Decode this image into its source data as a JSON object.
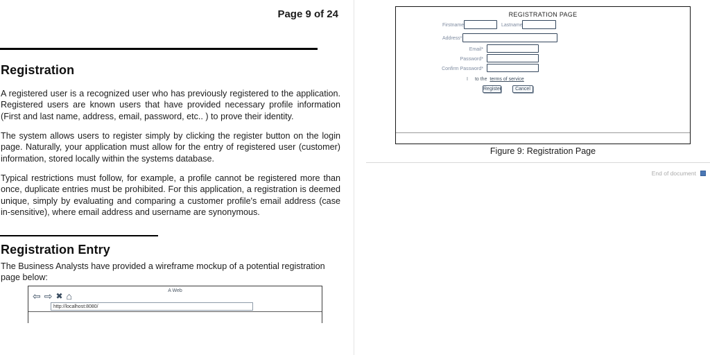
{
  "colors": {
    "accent_blue": "#4a77b5",
    "wireframe_border": "#33465c",
    "wireframe_label_muted": "#7e8ba0",
    "divider_gray": "#d9d9d9",
    "end_text_gray": "#ababab"
  },
  "left_page": {
    "page_number": "Page 9 of 24",
    "registration": {
      "heading": "Registration",
      "para1": "A registered user is a recognized user who has previously registered to the application. Registered users are known users that have provided necessary profile information (First and last name, address, email, password, etc.. ) to prove their identity.",
      "para2": "The system allows users to register simply by clicking the register button on the login page. Naturally, your application must allow for the entry of registered user (customer) information, stored locally within the systems database.",
      "para3": "Typical restrictions must follow, for example, a profile cannot be registered more than once, duplicate entries must be prohibited. For this application, a registration is deemed unique, simply by evaluating and comparing a customer profile's email address (case in-sensitive), where email address and username are synonymous."
    },
    "registration_entry": {
      "heading": "Registration Entry",
      "intro": "The Business Analysts have provided a wireframe mockup of a potential registration page below:"
    },
    "browser": {
      "title": "A Web",
      "url": "http://localhost:8080/",
      "back_icon": "⇦",
      "forward_icon": "⇨",
      "stop_icon": "✖",
      "home_icon": "⌂"
    }
  },
  "right_page": {
    "wireframe": {
      "title": "REGISTRATION PAGE",
      "labels": {
        "firstname": "Firstname*",
        "lastname": "Lastname*",
        "address": "Address*",
        "email": "Email*",
        "password": "Password*",
        "confirm_password": "Confirm Password*"
      },
      "terms": {
        "prefix": "I",
        "text": "to the",
        "link": "terms of service"
      },
      "buttons": {
        "register": "Register",
        "cancel": "Cancel"
      }
    },
    "figure_caption": "Figure 9: Registration Page",
    "end_of_document": "End of document"
  }
}
